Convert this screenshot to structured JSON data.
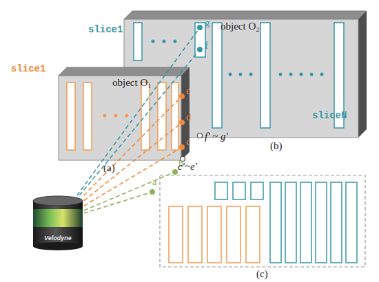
{
  "diagram": {
    "nodes": [
      {
        "text": [
          "object O₂"
        ]
      },
      {
        "text": [
          "g"
        ],
        "in": 0
      },
      {
        "text": [
          "f"
        ],
        "in": 0
      },
      {
        "text": [
          "object O₁"
        ]
      },
      {
        "text": [
          "e"
        ],
        "in": 3
      },
      {
        "text": [
          "d"
        ],
        "in": 3
      },
      {
        "text": [
          "c"
        ],
        "in": 3
      },
      {
        "text": [
          "b"
        ]
      },
      {
        "text": [
          "a"
        ]
      },
      {
        "text": [
          "Velodyne"
        ]
      }
    ],
    "edges": [
      {
        "from": 9,
        "to": 1,
        "arrow": "none"
      },
      {
        "from": 9,
        "to": 2,
        "arrow": "none"
      },
      {
        "from": 9,
        "to": 4,
        "arrow": "none"
      },
      {
        "from": 9,
        "to": 5,
        "arrow": "none"
      },
      {
        "from": 9,
        "to": 6,
        "arrow": "none"
      },
      {
        "from": 9,
        "to": 7,
        "arrow": "none"
      },
      {
        "from": 9,
        "to": 8,
        "arrow": "none"
      }
    ],
    "labels": [
      "slice1",
      "slice1",
      "sliceN",
      "f′ ~ g′",
      "(b)",
      "(a)",
      "c′~e′",
      "(c)"
    ]
  }
}
